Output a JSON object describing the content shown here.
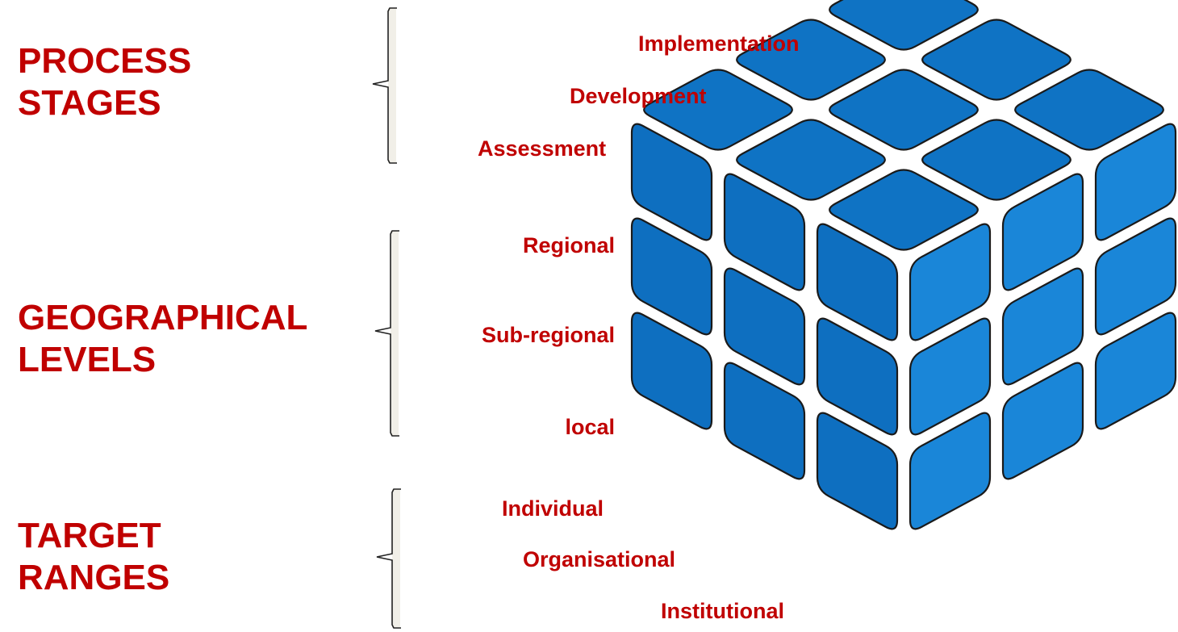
{
  "groups": {
    "process": {
      "line1": "PROCESS",
      "line2": "STAGES"
    },
    "geographical": {
      "line1": "GEOGRAPHICAL",
      "line2": "LEVELS"
    },
    "target": {
      "line1": "TARGET",
      "line2": "RANGES"
    }
  },
  "process_stages": [
    "Implementation",
    "Development",
    "Assessment"
  ],
  "geographical_levels": [
    "Regional",
    "Sub-regional",
    "local"
  ],
  "target_ranges": [
    "Individual",
    "Organisational",
    "Institutional"
  ],
  "colors": {
    "heading": "#c00000",
    "cube_top": "#0f73c4",
    "cube_left": "#0e6fc0",
    "cube_right": "#1a86d8",
    "cube_outline": "#1a1a1a",
    "brace": "#222222",
    "brace_fill": "#f1efe8"
  }
}
